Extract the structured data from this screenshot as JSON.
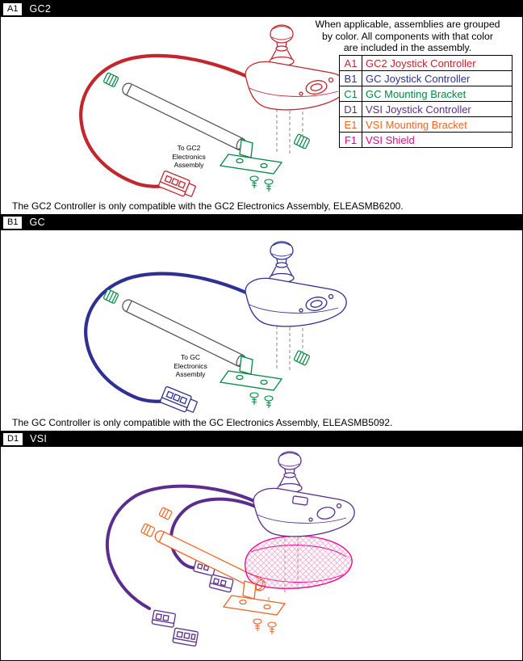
{
  "note_lines": [
    "When applicable, assemblies are grouped",
    "by color. All components with that color",
    "are included in the assembly."
  ],
  "legend": [
    {
      "code": "A1",
      "label": "GC2 Joystick Controller",
      "color": "#c1272d"
    },
    {
      "code": "B1",
      "label": "GC Joystick Controller",
      "color": "#2e3192"
    },
    {
      "code": "C1",
      "label": "GC Mounting Bracket",
      "color": "#008a40"
    },
    {
      "code": "D1",
      "label": "VSI Joystick Controller",
      "color": "#5b2d8e"
    },
    {
      "code": "E1",
      "label": "VSI Mounting Bracket",
      "color": "#f26522"
    },
    {
      "code": "F1",
      "label": "VSI Shield",
      "color": "#ec008c"
    }
  ],
  "sections": [
    {
      "code": "A1",
      "title": "GC2",
      "callout": "To GC2 Electronics Assembly",
      "footer": "The GC2 Controller is only compatible with the GC2 Electronics Assembly, ELEASMB6200."
    },
    {
      "code": "B1",
      "title": "GC",
      "callout": "To GC Electronics Assembly",
      "footer": "The GC Controller is only compatible with the GC Electronics Assembly, ELEASMB5092."
    },
    {
      "code": "D1",
      "title": "VSI"
    }
  ],
  "colors": {
    "gc2": "#c1272d",
    "gc": "#2e3192",
    "gc_bracket": "#008a40",
    "vsi": "#5b2d8e",
    "vsi_bracket": "#f26522",
    "vsi_shield": "#ec008c",
    "tube": "#58595b"
  }
}
